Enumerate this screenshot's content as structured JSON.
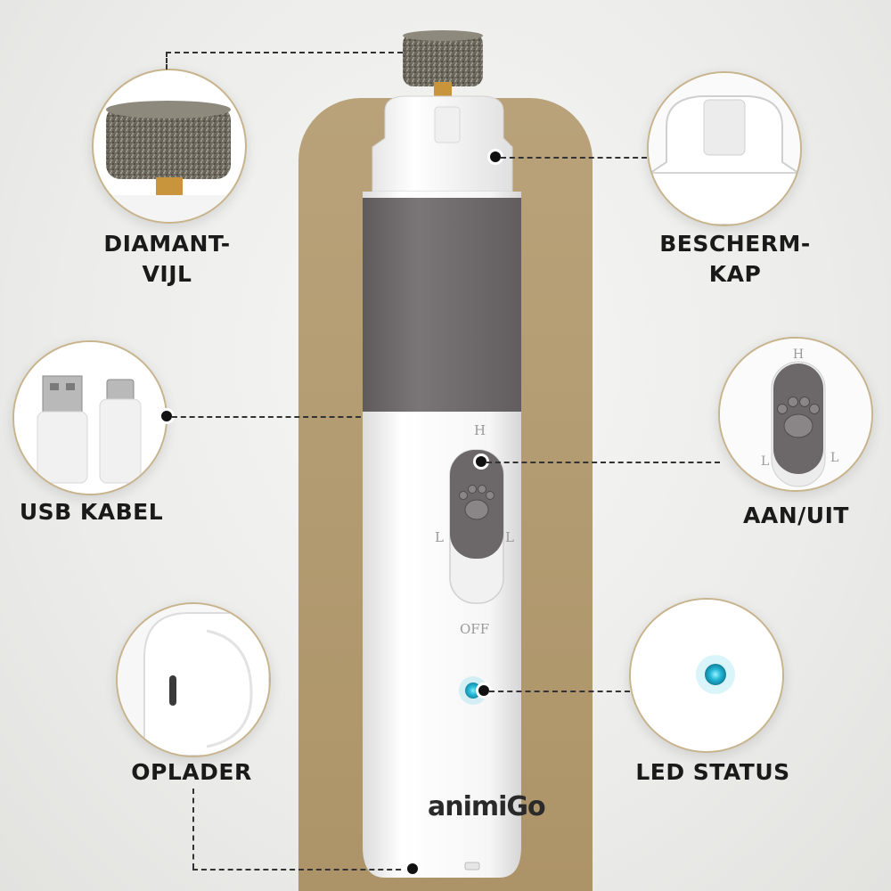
{
  "labels": {
    "diamond_file": "DIAMANT-\nVIJL",
    "protective_cap": "BESCHERM-\nKAP",
    "usb_cable": "USB KABEL",
    "power_switch": "AAN/UIT",
    "charger": "OPLADER",
    "led_status": "LED STATUS"
  },
  "device": {
    "brand": "animiGo",
    "switch_high": "H",
    "switch_low": "L",
    "switch_off": "OFF"
  },
  "colors": {
    "backdrop_gold": "#b09a6f",
    "grip_gray": "#767273",
    "led_blue": "#33c7e6",
    "circle_border": "#c8b48c"
  }
}
